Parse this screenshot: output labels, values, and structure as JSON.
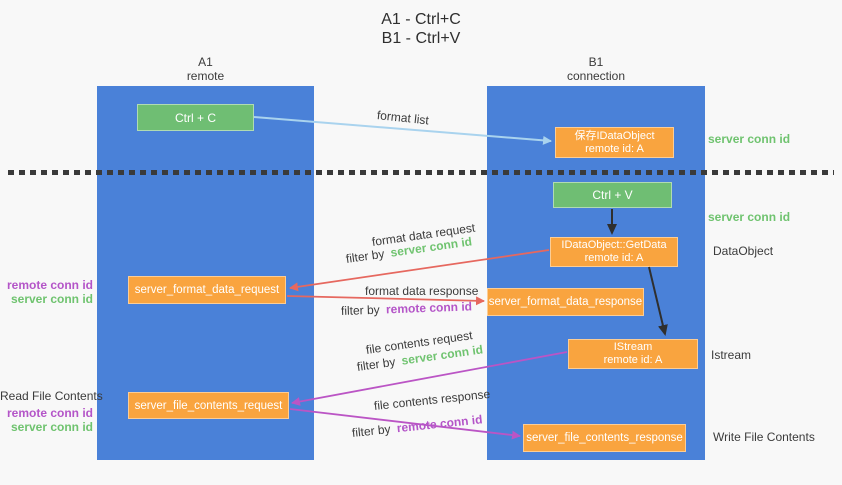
{
  "title": {
    "line1": "A1 - Ctrl+C",
    "line2": "B1 - Ctrl+V"
  },
  "columns": {
    "a1": {
      "name": "A1",
      "subtitle": "remote"
    },
    "b1": {
      "name": "B1",
      "subtitle": "connection"
    }
  },
  "boxes": {
    "ctrl_c": {
      "label": "Ctrl + C"
    },
    "save_idataobject": {
      "line1": "保存IDataObject",
      "line2": "remote id: A"
    },
    "ctrl_v": {
      "label": "Ctrl + V"
    },
    "getdata": {
      "line1": "IDataObject::GetData",
      "line2": "remote id: A"
    },
    "format_request": {
      "label": "server_format_data_request"
    },
    "format_response": {
      "label": "server_format_data_response"
    },
    "istream": {
      "line1": "IStream",
      "line2": "remote id: A"
    },
    "file_request": {
      "label": "server_file_contents_request"
    },
    "file_response": {
      "label": "server_file_contents_response"
    }
  },
  "arrow_labels": {
    "format_list": "format list",
    "format_data_request": "format data request",
    "format_data_response": "format data response",
    "file_contents_request": "file contents request",
    "file_contents_response": "file contents response",
    "filter_by": "filter by",
    "server_conn_id": "server conn id",
    "remote_conn_id": "remote conn id"
  },
  "side_labels": {
    "server_conn_id_save": "server conn id",
    "server_conn_id_paste": "server conn id",
    "dataobject": "DataObject",
    "istream": "Istream",
    "write_file_contents": "Write File Contents",
    "read_file_contents": "Read File Contents",
    "remote_conn_id": "remote conn id",
    "server_conn_id": "server conn id"
  },
  "colors": {
    "column_blue": "#4a81d8",
    "box_green": "#6fbe73",
    "box_orange": "#f9a43f",
    "arrow_red": "#e6685f",
    "arrow_purple": "#bb55c5",
    "arrow_blue": "#a9d3ee",
    "arrow_black": "#2f2f2f",
    "text_green": "#6fc36f",
    "text_purple": "#b455c8",
    "text_dark": "#3b3b3b"
  }
}
